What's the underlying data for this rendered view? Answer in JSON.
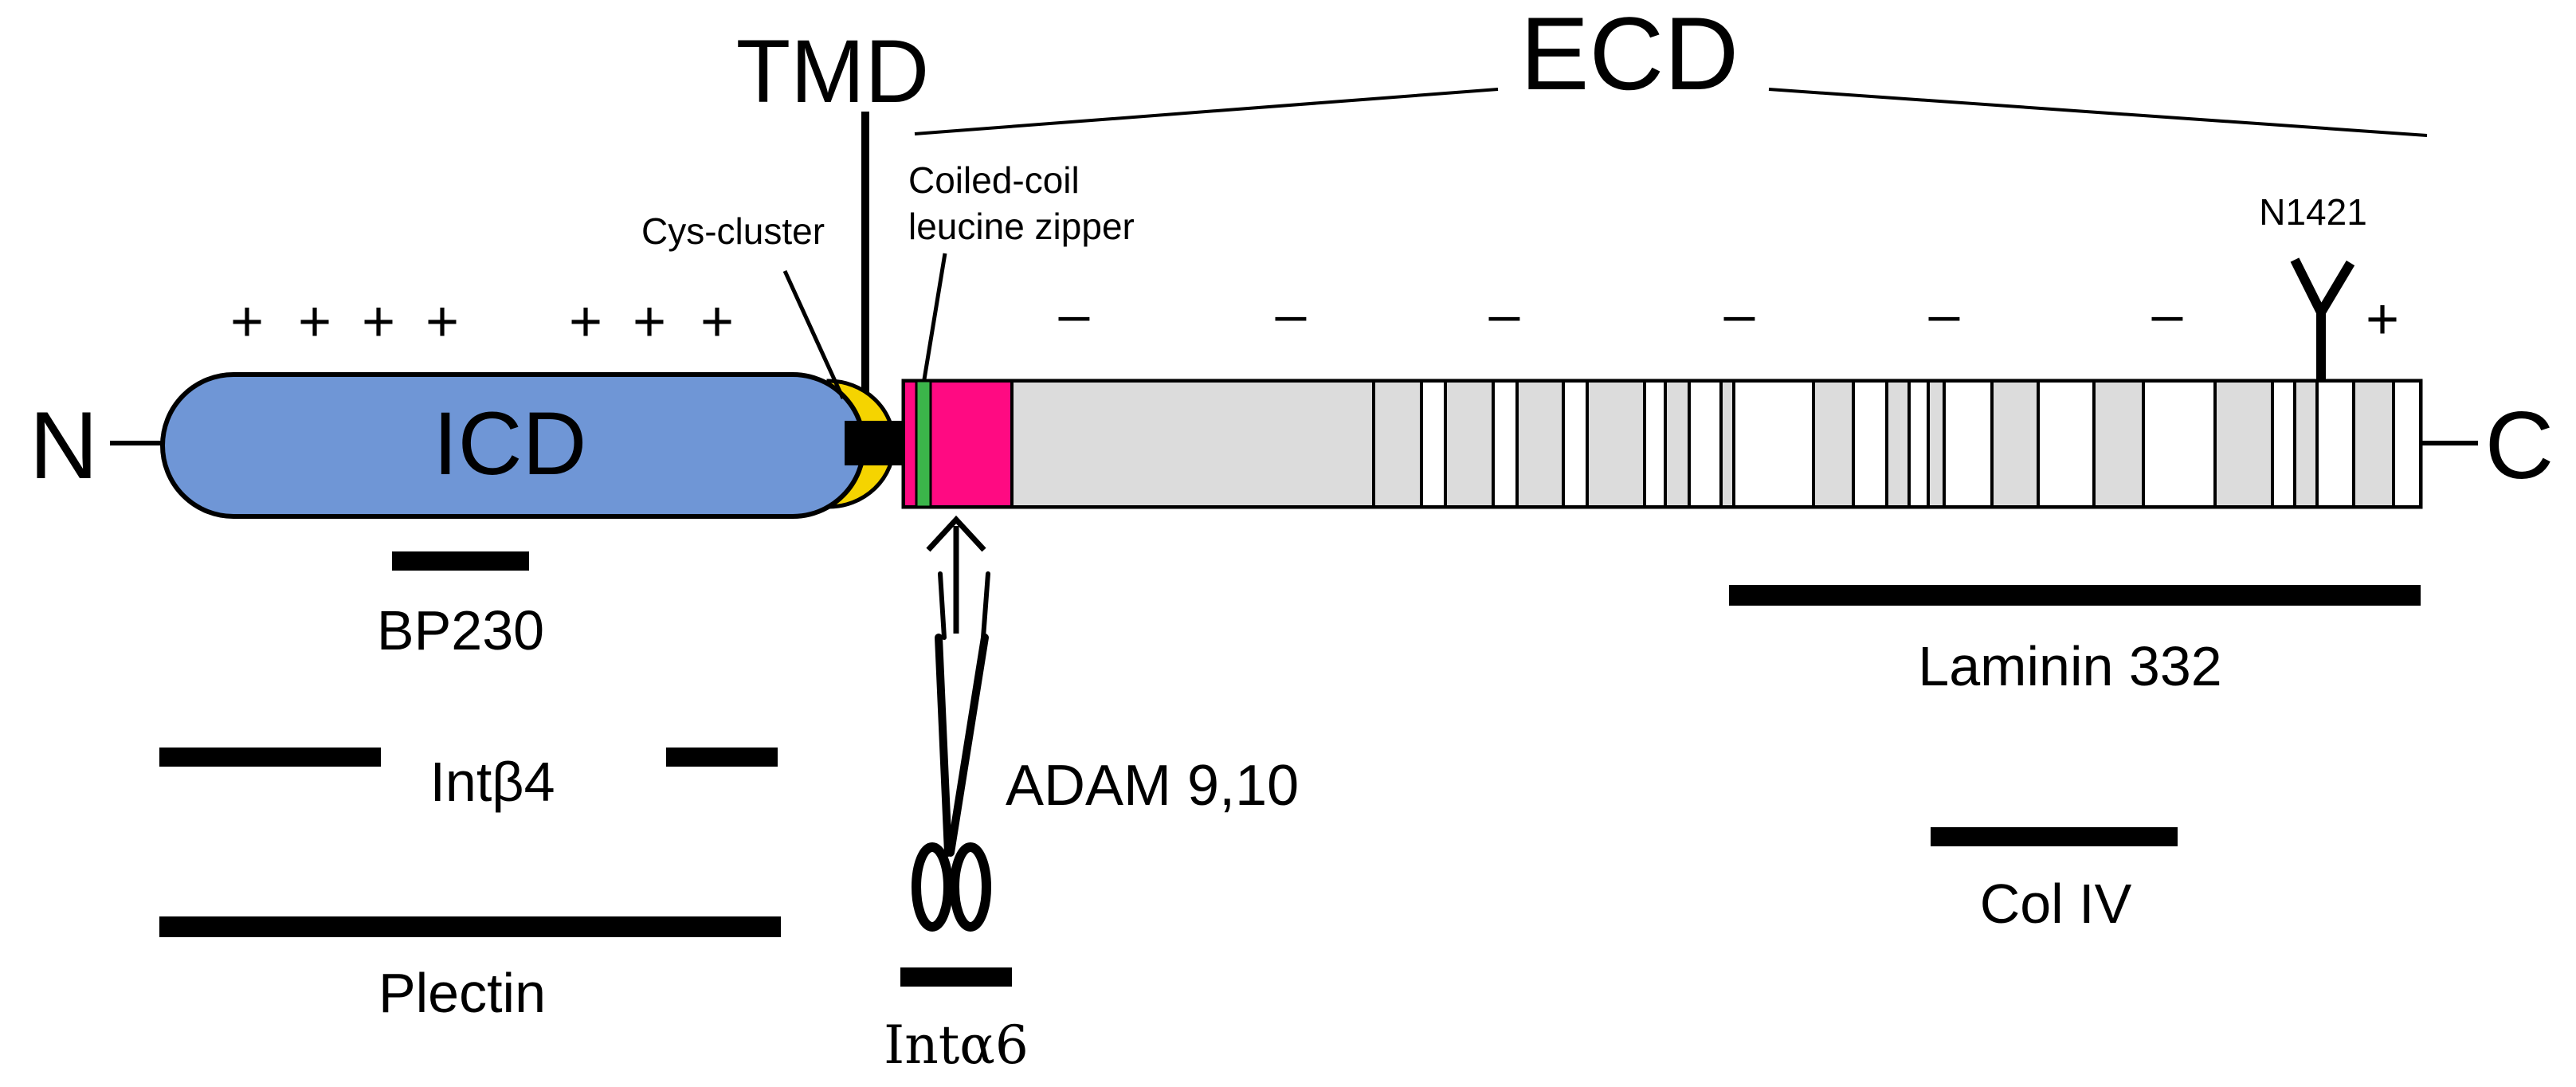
{
  "colors": {
    "icd": "#6f96d6",
    "cys_cluster": "#f5d400",
    "tmd": "#000000",
    "coiled_coil": "#3bb54a",
    "cleavage_site": "#ff0a82",
    "ecd_segment_grey": "#dcdcdc",
    "ecd_segment_white": "#ffffff"
  },
  "domains": {
    "n_terminus": "N",
    "c_terminus": "C",
    "icd": "ICD",
    "tmd": "TMD",
    "ecd": "ECD",
    "cys_cluster": "Cys-cluster",
    "coiled_coil_line1": "Coiled-coil",
    "coiled_coil_line2": "leucine zipper",
    "glycosylation_site": "N1421"
  },
  "charges": {
    "icd_plus": [
      "+",
      "+",
      "+",
      "+",
      "+",
      "+",
      "+"
    ],
    "ecd_minus": [
      "–",
      "–",
      "–",
      "–",
      "–",
      "–"
    ],
    "ecd_plus": "+"
  },
  "protease": {
    "label": "ADAM 9,10",
    "icon": "scissors-icon"
  },
  "binding_partners": {
    "bp230": "BP230",
    "int_beta4": "Intβ4",
    "plectin": "Plectin",
    "int_alpha6": "Intα6",
    "laminin332": "Laminin 332",
    "col4": "Col IV"
  }
}
